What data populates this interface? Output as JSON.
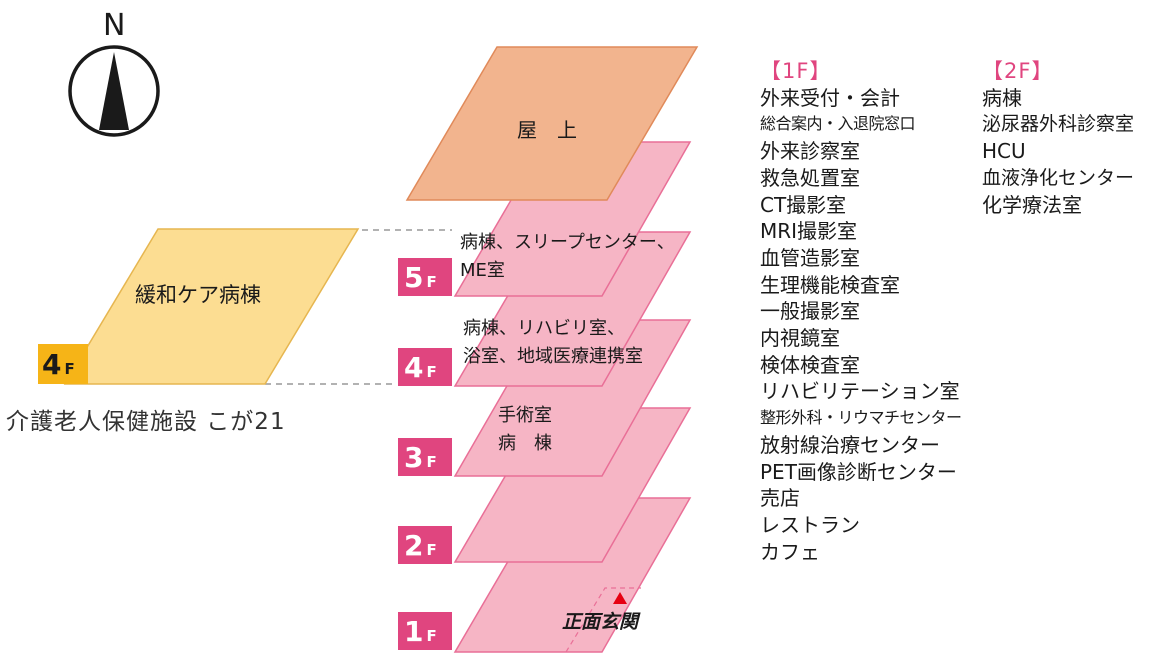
{
  "compass": {
    "letter": "N",
    "icon": "north-arrow-icon"
  },
  "colors": {
    "floor_fill": "#f6b5c5",
    "floor_stroke": "#e96f97",
    "roof_fill": "#f2b48e",
    "badge_pink": "#e0457f",
    "annex_fill": "#fcdd92",
    "badge_yellow": "#f6b417",
    "list_header": "#e0457f"
  },
  "building": {
    "roof_label": "屋　上",
    "floors": {
      "f5": {
        "badge": "5",
        "unit": "F",
        "lines": [
          "病棟、スリープセンター、",
          "ME室"
        ]
      },
      "f4": {
        "badge": "4",
        "unit": "F",
        "lines": [
          "病棟、リハビリ室、",
          "浴室、地域医療連携室"
        ]
      },
      "f3": {
        "badge": "3",
        "unit": "F",
        "lines": [
          "手術室",
          "病　棟"
        ]
      },
      "f2": {
        "badge": "2",
        "unit": "F"
      },
      "f1": {
        "badge": "1",
        "unit": "F",
        "entrance": "正面玄関",
        "entrance_icon": "entrance-triangle-icon"
      }
    }
  },
  "annex": {
    "label": "緩和ケア病棟",
    "badge": "4",
    "unit": "F",
    "facility_name": "介護老人保健施設 こが21"
  },
  "floor_lists": {
    "first": {
      "header": "【1F】",
      "items": [
        "外来受付・会計",
        "総合案内・入退院窓口",
        "外来診察室",
        "救急処置室",
        "CT撮影室",
        "MRI撮影室",
        "血管造影室",
        "生理機能検査室",
        "一般撮影室",
        "内視鏡室",
        "検体検査室",
        "リハビリテーション室",
        "整形外科・リウマチセンター",
        "放射線治療センター",
        "PET画像診断センター",
        "売店",
        "レストラン",
        "カフェ"
      ]
    },
    "second": {
      "header": "【2F】",
      "items": [
        "病棟",
        "泌尿器外科診察室",
        "HCU",
        "血液浄化センター",
        "化学療法室"
      ]
    }
  }
}
